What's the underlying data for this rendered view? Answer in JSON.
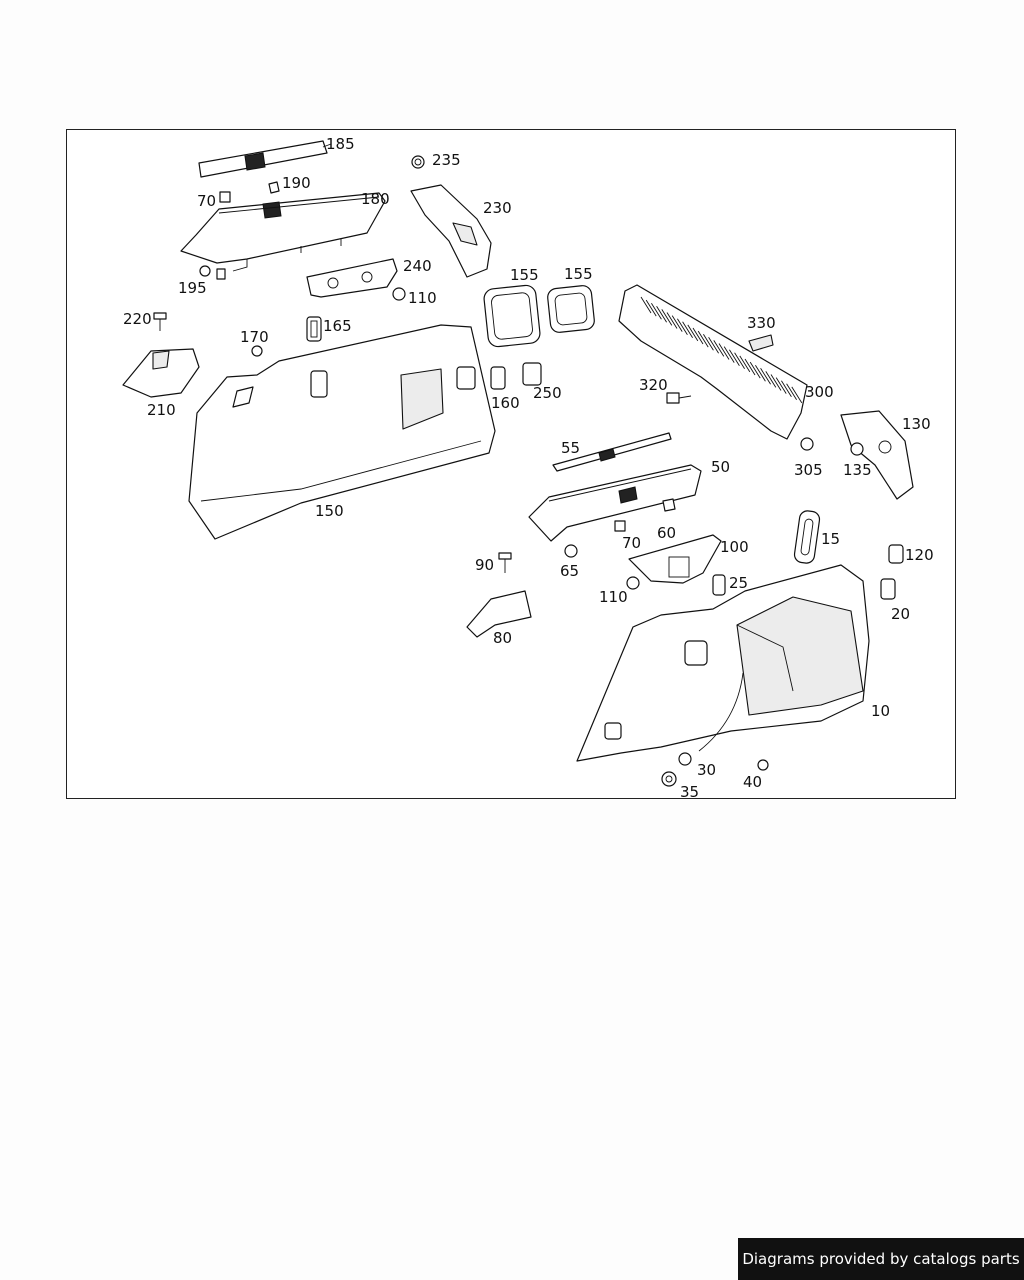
{
  "credit": "Diagrams provided by catalogs parts",
  "callouts": {
    "c185": "185",
    "c235": "235",
    "c70a": "70",
    "c190": "190",
    "c180": "180",
    "c230": "230",
    "c240": "240",
    "c195": "195",
    "c110a": "110",
    "c155a": "155",
    "c155b": "155",
    "c220": "220",
    "c165": "165",
    "c170": "170",
    "c330": "330",
    "c210": "210",
    "c160": "160",
    "c250": "250",
    "c320": "320",
    "c300": "300",
    "c130": "130",
    "c150": "150",
    "c55": "55",
    "c50": "50",
    "c305": "305",
    "c135": "135",
    "c70b": "70",
    "c60": "60",
    "c15": "15",
    "c100": "100",
    "c90": "90",
    "c65": "65",
    "c120": "120",
    "c25": "25",
    "c110b": "110",
    "c20": "20",
    "c80": "80",
    "c10": "10",
    "c30": "30",
    "c40": "40",
    "c35": "35"
  }
}
